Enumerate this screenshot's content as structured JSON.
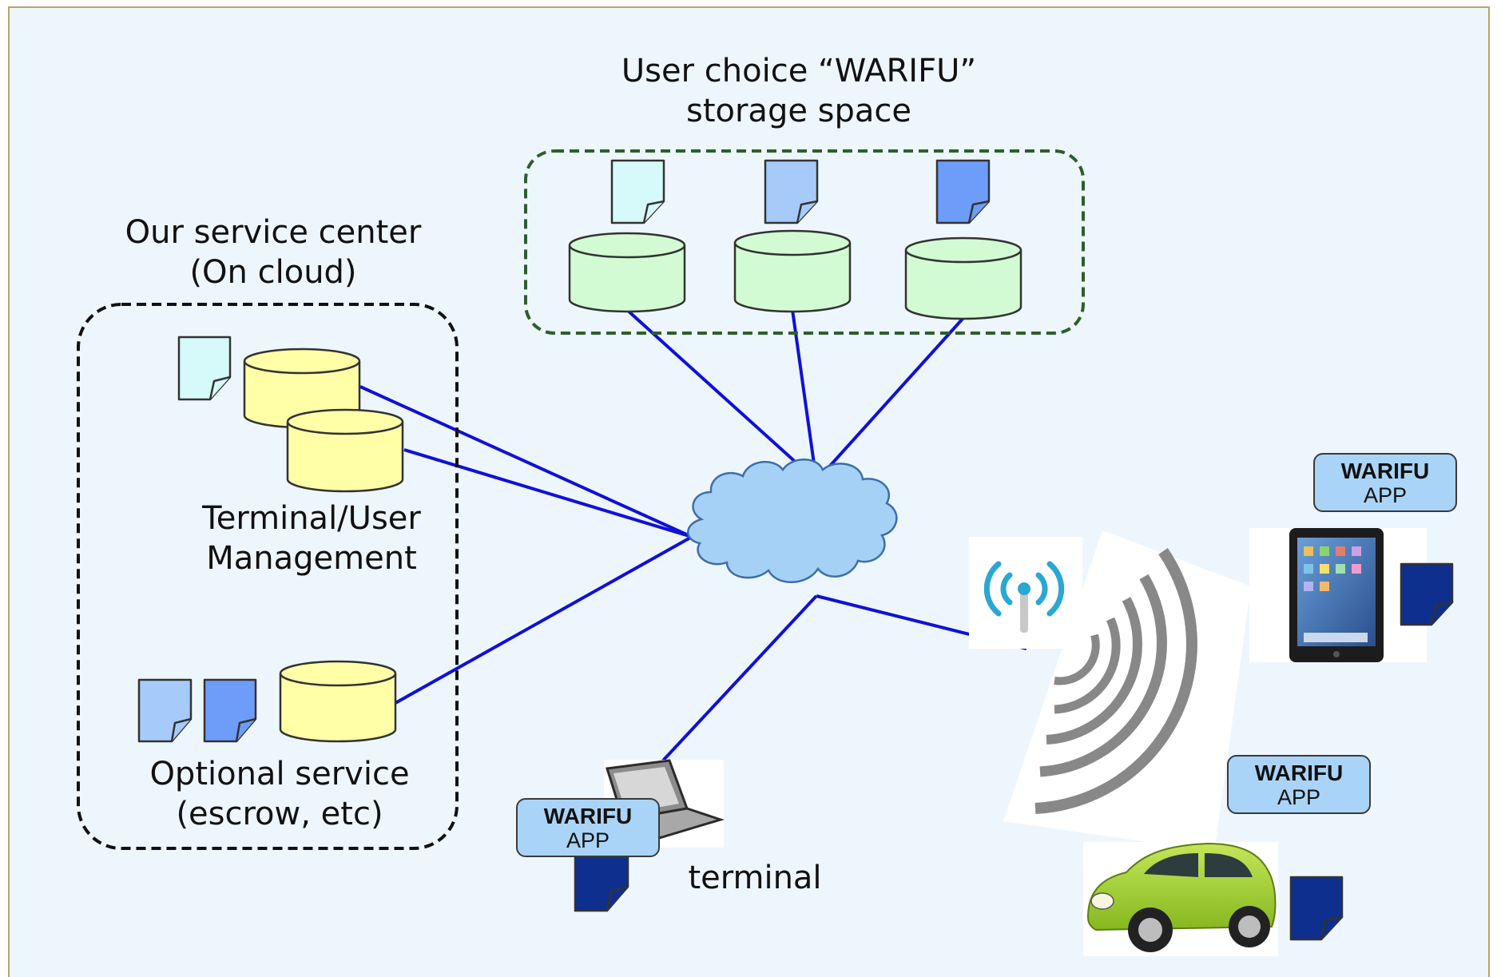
{
  "labels": {
    "storage_line1": "User choice “WARIFU”",
    "storage_line2": "storage space",
    "service_line1": "Our service center",
    "service_line2": "(On cloud)",
    "mgmt_line1": "Terminal/User",
    "mgmt_line2": "Management",
    "optional_line1": "Optional service",
    "optional_line2": "(escrow, etc)",
    "terminal": "terminal"
  },
  "badges": [
    {
      "title": "WARIFU",
      "sub": "APP"
    },
    {
      "title": "WARIFU",
      "sub": "APP"
    },
    {
      "title": "WARIFU",
      "sub": "APP"
    }
  ],
  "colors": {
    "link_line": "#1010d8",
    "cloud": "#a6d1f7",
    "user_storage_db": "#d3fbd3",
    "service_db": "#ffffa8",
    "storage_border": "#2e5e2b",
    "doc_light": "#d6fafa",
    "doc_mid": "#a6cbfb",
    "doc_blue": "#6e9cf9",
    "doc_navy": "#0e2f8e",
    "badge_fill": "#aad4f7",
    "car_body": "#9ccf2e"
  },
  "icons": [
    "document-icon",
    "database-icon",
    "cloud-icon",
    "antenna-icon",
    "signal-waves-icon",
    "tablet-icon",
    "laptop-icon",
    "car-icon"
  ]
}
